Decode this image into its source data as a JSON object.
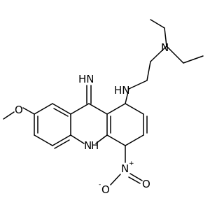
{
  "molecule": {
    "labels": {
      "imine": "HN",
      "amine_nh": "HN",
      "tertiary_n": "N",
      "ring_nh": "H",
      "ring_n": "N",
      "nitro_n": "N",
      "nitro_plus": "+",
      "nitro_o1": "O",
      "nitro_o1_minus": "-",
      "nitro_o2": "O",
      "methoxy_o": "O"
    }
  }
}
